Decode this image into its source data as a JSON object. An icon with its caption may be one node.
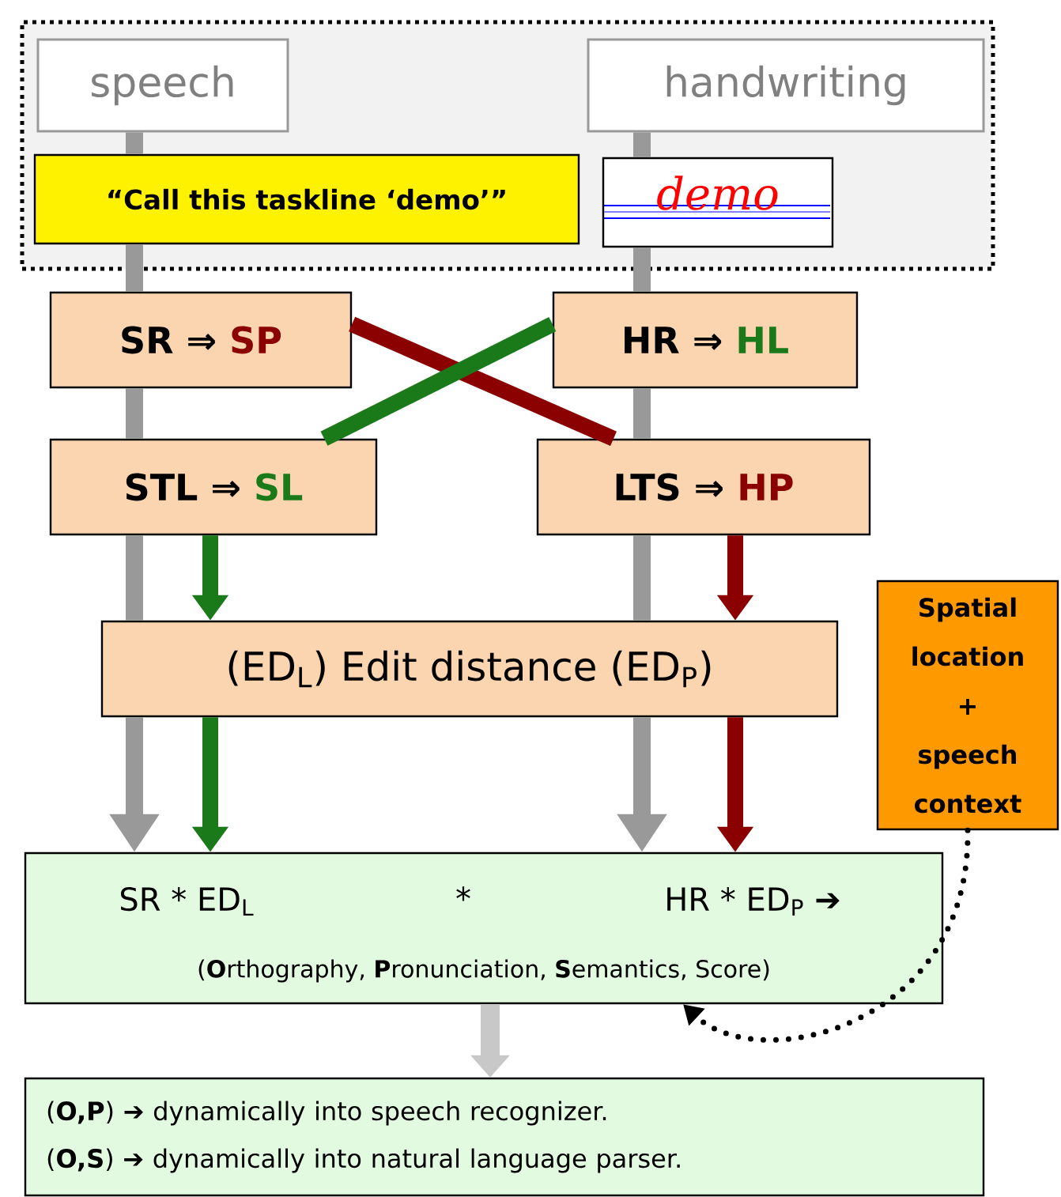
{
  "diagram": {
    "nodes": [
      {
        "text": [],
        "shape": "box"
      },
      {
        "text": [
          "speech"
        ],
        "in": 0
      },
      {
        "text": [
          "handwriting"
        ],
        "in": 0
      },
      {
        "text": [
          "“Call this taskline ‘demo’”"
        ],
        "in": 0
      },
      {
        "text": [
          "demo"
        ],
        "in": 0
      },
      {
        "text": [
          "SR ⇒",
          "SP"
        ]
      },
      {
        "text": [
          "HR ⇒",
          "HL"
        ]
      },
      {
        "text": [
          "STL ⇒",
          "SL"
        ]
      },
      {
        "text": [
          "LTS ⇒",
          "HP"
        ]
      },
      {
        "text": [
          "(ED$_{L}$) Edit distance (ED$_{P}$)"
        ]
      },
      {
        "text": [
          "Spatial location + speech context"
        ]
      },
      {
        "text": [
          "SR * ED$_{L}$",
          "*",
          "HR * ED$_{P}$ ➔",
          "(**O**rthography, **P**ronunciation, **S**emantics, Score)"
        ]
      },
      {
        "text": [
          "(**O,P**) ➔ dynamically into speech recognizer.",
          "(**O,S**) ➔ dynamically into natural language parser."
        ]
      }
    ],
    "edges": [
      {
        "from": 1,
        "to": 3,
        "arrow": "none"
      },
      {
        "from": 3,
        "to": 5,
        "arrow": "none"
      },
      {
        "from": 5,
        "to": 7,
        "arrow": "none"
      },
      {
        "from": 7,
        "to": 9,
        "arrow": "none"
      },
      {
        "from": 9,
        "to": 11,
        "arrow": "to"
      },
      {
        "from": 2,
        "to": 4,
        "arrow": "none"
      },
      {
        "from": 4,
        "to": 6,
        "arrow": "none"
      },
      {
        "from": 6,
        "to": 8,
        "arrow": "none"
      },
      {
        "from": 8,
        "to": 9,
        "arrow": "none"
      },
      {
        "from": 9,
        "to": 11,
        "arrow": "to"
      },
      {
        "from": 5,
        "to": 8,
        "arrow": "none",
        "color": "#8b0000"
      },
      {
        "from": 6,
        "to": 7,
        "arrow": "none",
        "color": "#1a7a1a"
      },
      {
        "from": 7,
        "to": 9,
        "arrow": "to",
        "color": "#1a7a1a"
      },
      {
        "from": 8,
        "to": 9,
        "arrow": "to",
        "color": "#8b0000"
      },
      {
        "from": 9,
        "to": 11,
        "arrow": "to",
        "color": "#1a7a1a"
      },
      {
        "from": 9,
        "to": 11,
        "arrow": "to",
        "color": "#8b0000"
      },
      {
        "from": 10,
        "to": 11,
        "arrow": "to",
        "style": "dashed",
        "color": "#000000"
      },
      {
        "from": 11,
        "to": 12,
        "arrow": "to",
        "color": "#c8c8c8"
      }
    ]
  }
}
